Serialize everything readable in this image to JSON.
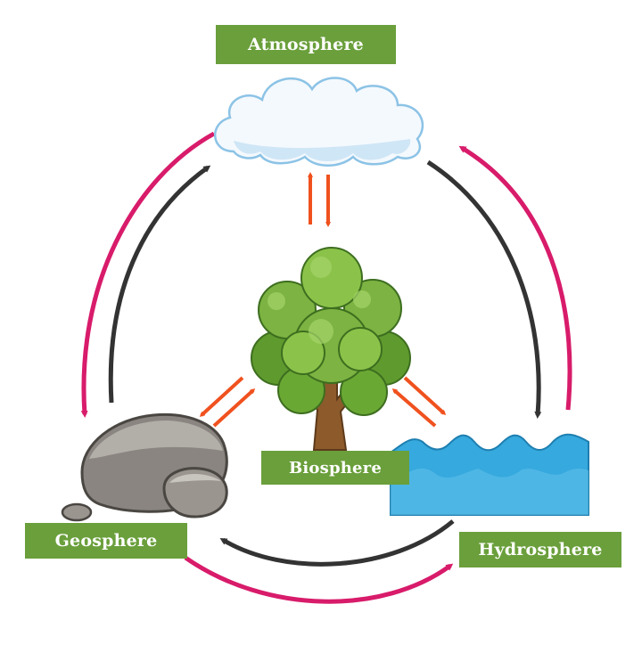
{
  "labels": {
    "atmosphere": "Atmosphere",
    "biosphere": "Biosphere",
    "geosphere": "Geosphere",
    "hydrosphere": "Hydrosphere"
  },
  "colors": {
    "label_bg": "#6a9f3b",
    "label_text": "#ffffff",
    "cycle_outer": "#d81b6a",
    "cycle_inner": "#333333",
    "exchange_arrows": "#f0511e",
    "cloud": "#f3f8fc",
    "water": "#36a9de",
    "foliage": "#7cb342",
    "trunk": "#8d5a2b",
    "rock": "#8a8580"
  },
  "icons": [
    "cloud-icon",
    "tree-icon",
    "rock-icon",
    "water-waves-icon"
  ]
}
